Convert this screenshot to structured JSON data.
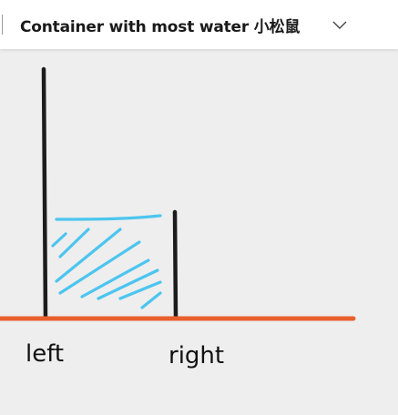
{
  "header": {
    "title": "Container with most water 小松鼠",
    "chevron_icon": "chevron-down-icon"
  },
  "drawing": {
    "left_label": "left",
    "right_label": "right",
    "colors": {
      "wall": "#1c1c1c",
      "ground": "#e8602c",
      "water": "#4cc5ef"
    }
  }
}
